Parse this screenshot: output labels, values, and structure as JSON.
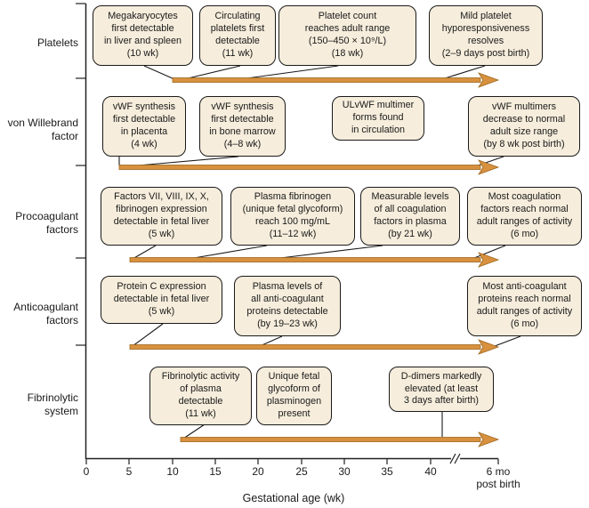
{
  "colors": {
    "arrow_fill": "#D8913E",
    "arrow_stroke": "#9C661E",
    "box_fill": "#F6EDDC",
    "box_border": "#1A1A1A"
  },
  "axis": {
    "ticks": [
      "0",
      "5",
      "10",
      "15",
      "20",
      "25",
      "30",
      "35",
      "40"
    ],
    "end_label": "6 mo\npost birth",
    "title": "Gestational age (wk)"
  },
  "rows": [
    {
      "label": "Platelets",
      "boxes": [
        {
          "text": "Megakaryocytes\nfirst detectable\nin liver and spleen\n(10 wk)"
        },
        {
          "text": "Circulating\nplatelets first\ndetectable\n(11 wk)"
        },
        {
          "text": "Platelet count\nreaches adult range\n(150–450 × 10⁹/L)\n(18 wk)"
        },
        {
          "text": "Mild platelet\nhyporesponsiveness\nresolves\n(2–9 days post birth)"
        }
      ]
    },
    {
      "label": "von Willebrand\nfactor",
      "boxes": [
        {
          "text": "vWF synthesis\nfirst detectable\nin placenta\n(4 wk)"
        },
        {
          "text": "vWF synthesis\nfirst detectable\nin bone marrow\n(4–8 wk)"
        },
        {
          "text": "ULvWF multimer\nforms found\nin circulation"
        },
        {
          "text": "vWF multimers\ndecrease to normal\nadult size range\n(by 8 wk post birth)"
        }
      ]
    },
    {
      "label": "Procoagulant\nfactors",
      "boxes": [
        {
          "text": "Factors VII, VIII, IX, X,\nfibrinogen expression\ndetectable in fetal liver\n(5 wk)"
        },
        {
          "text": "Plasma fibrinogen\n(unique fetal glycoform)\nreach 100 mg/mL\n(11–12 wk)"
        },
        {
          "text": "Measurable levels\nof all coagulation\nfactors in plasma\n(by 21 wk)"
        },
        {
          "text": "Most coagulation\nfactors reach normal\nadult ranges of activity\n(6 mo)"
        }
      ]
    },
    {
      "label": "Anticoagulant\nfactors",
      "boxes": [
        {
          "text": "Protein C expression\ndetectable in fetal liver\n(5 wk)"
        },
        {
          "text": "Plasma levels of\nall anti-coagulant\nproteins detectable\n(by 19–23 wk)"
        },
        {
          "text": "Most anti-coagulant\nproteins reach normal\nadult ranges of activity\n(6 mo)"
        }
      ]
    },
    {
      "label": "Fibrinolytic\nsystem",
      "boxes": [
        {
          "text": "Fibrinolytic activity\nof plasma\ndetectable\n(11 wk)"
        },
        {
          "text": "Unique fetal\nglycoform of\nplasminogen\npresent"
        },
        {
          "text": "D-dimers markedly\nelevated (at least\n3 days after birth)"
        }
      ]
    }
  ]
}
